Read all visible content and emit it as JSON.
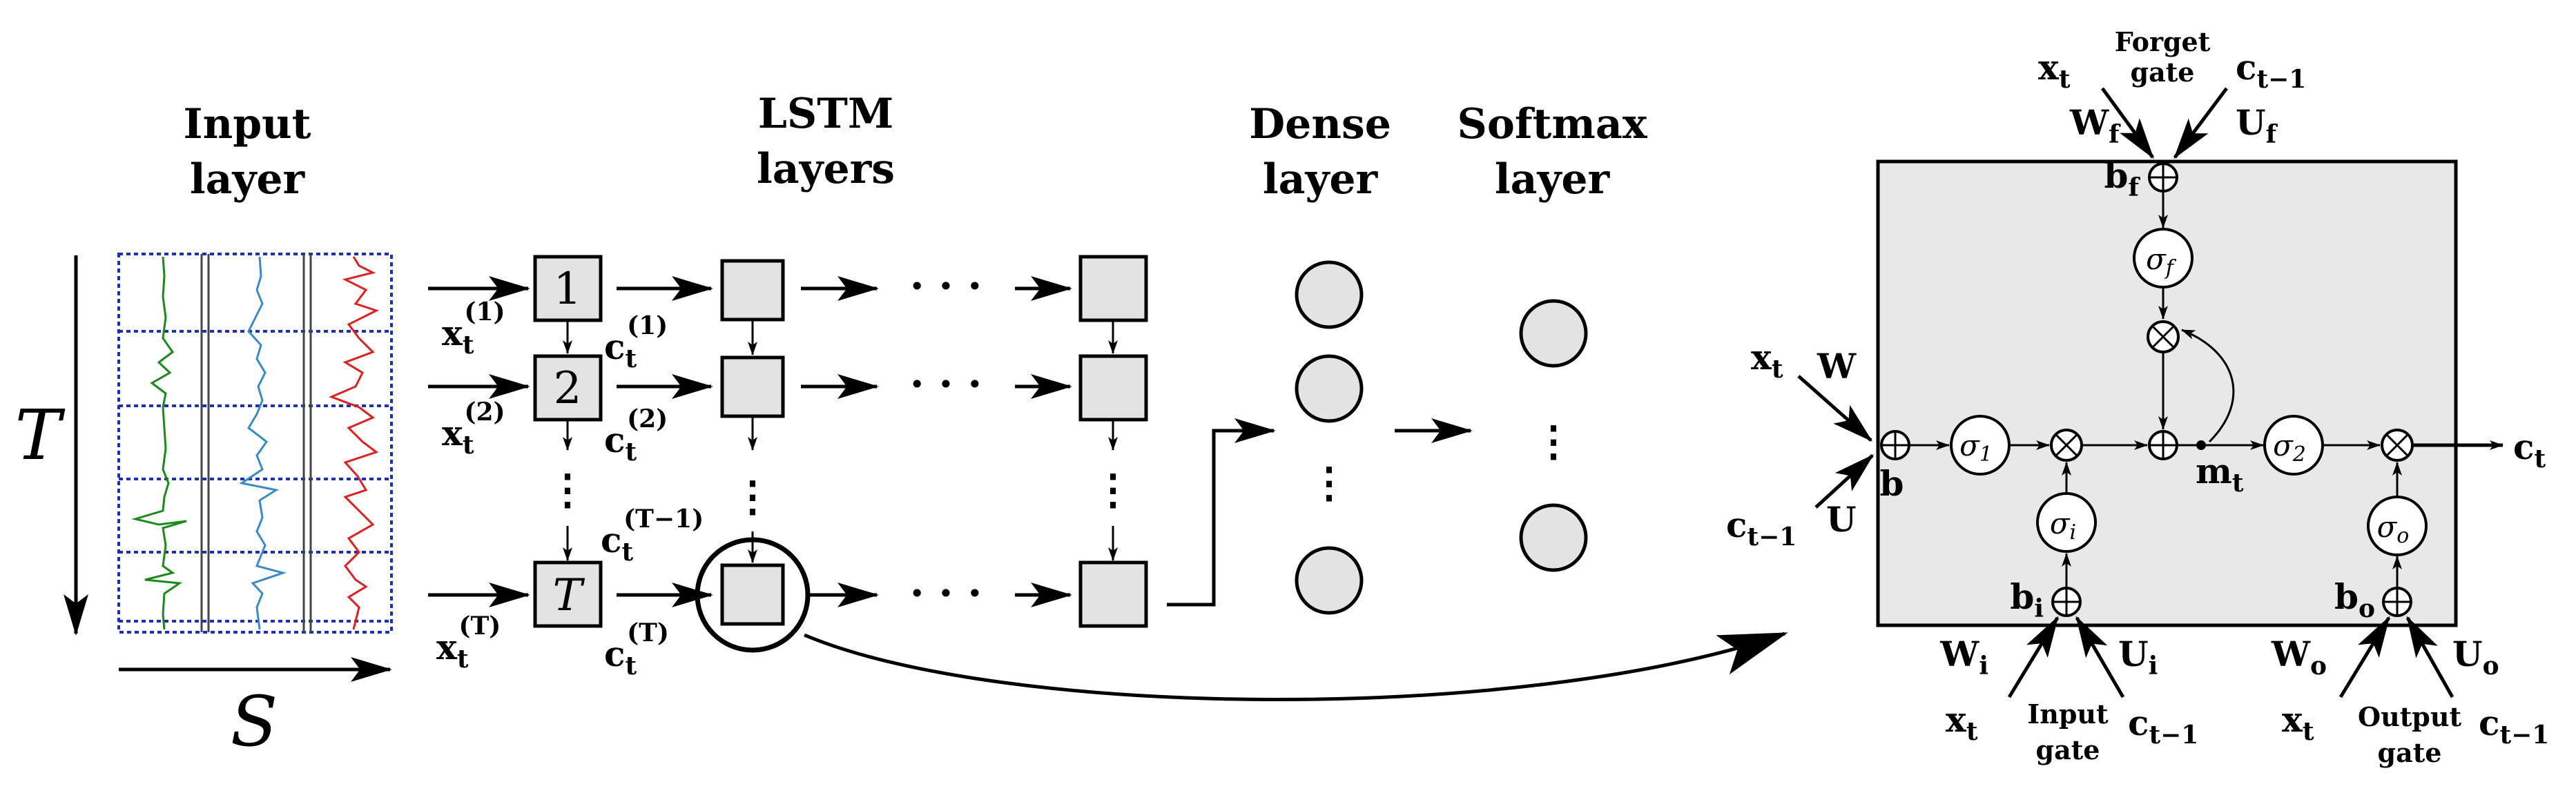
{
  "headers": {
    "input": [
      "Input",
      "layer"
    ],
    "lstm": [
      "LSTM",
      "layers"
    ],
    "dense": [
      "Dense",
      "layer"
    ],
    "softmax": [
      "Softmax",
      "layer"
    ]
  },
  "axes": {
    "time": "T",
    "features": "S"
  },
  "inputs": {
    "x": "x",
    "t": "t",
    "sup1": "(1)",
    "sup2": "(2)",
    "supT": "(T)",
    "c": "c",
    "supTm1": "(T−1)"
  },
  "cells": {
    "first": "1",
    "second": "2",
    "last": "T"
  },
  "dots": {
    "h": "· · ·",
    "v": "⋮"
  },
  "cell_detail": {
    "forget_gate": [
      "Forget",
      "gate"
    ],
    "input_gate": [
      "Input",
      "gate"
    ],
    "output_gate": [
      "Output",
      "gate"
    ],
    "x_t": "x",
    "x_sub": "t",
    "c_prev": "c",
    "c_prev_sub": "t−1",
    "W": "W",
    "U": "U",
    "b": "b",
    "W_f": "W",
    "f": "f",
    "U_f": "U",
    "W_i": "W",
    "i": "i",
    "U_i": "U",
    "W_o": "W",
    "o": "o",
    "U_o": "U",
    "m": "m",
    "c_out": "c",
    "sigma": "σ",
    "one": "1",
    "two": "2",
    "plus": "⊕",
    "times": "⊗"
  },
  "colors": {
    "grid_border": "#1f2fb3",
    "green": "#1a8a1a",
    "blue": "#3a8ac8",
    "red": "#e02020",
    "fill": "#e3e3e3"
  }
}
